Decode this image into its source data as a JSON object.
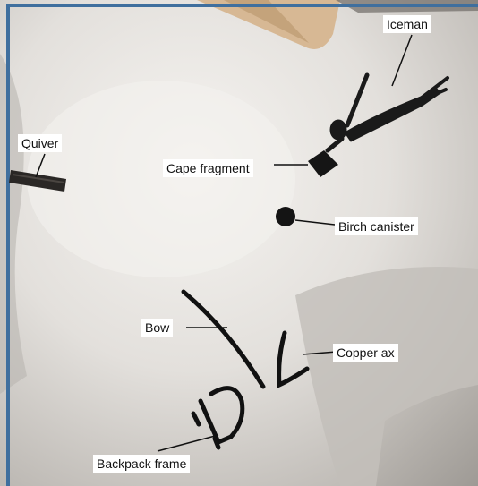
{
  "labels": {
    "iceman": "Iceman",
    "quiver": "Quiver",
    "cape_fragment": "Cape fragment",
    "birch_canister": "Birch canister",
    "bow": "Bow",
    "copper_ax": "Copper ax",
    "backpack_frame": "Backpack frame"
  },
  "colors": {
    "border": "#3f6f9e",
    "snow_light": "#f1efec",
    "snow_shadow": "#bdb9b4",
    "artifact": "#1a1a1a",
    "label_bg": "#ffffff"
  }
}
